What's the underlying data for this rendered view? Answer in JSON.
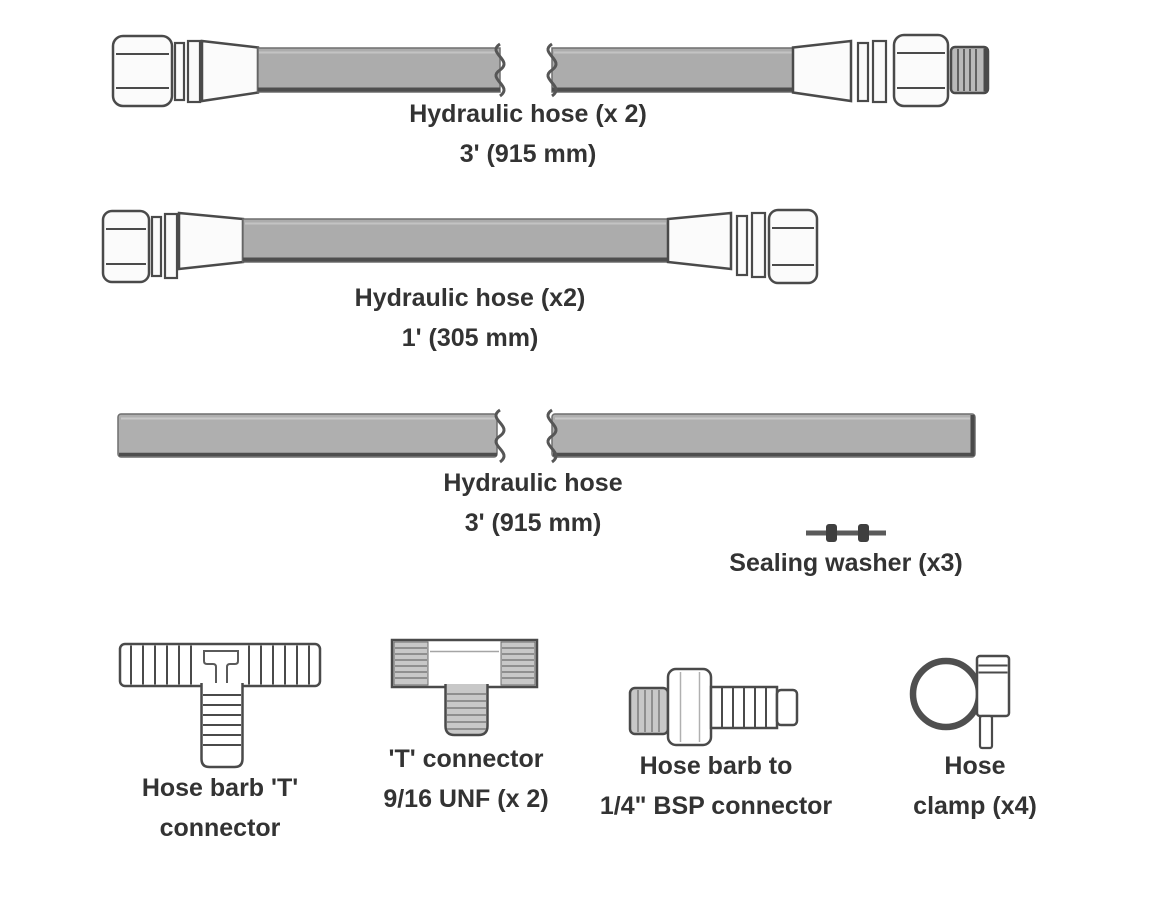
{
  "parts": {
    "hose_3ft_pair": {
      "name": "Hydraulic hose (x 2)",
      "length": "3' (915 mm)"
    },
    "hose_1ft_pair": {
      "name": "Hydraulic hose (x2)",
      "length": "1' (305 mm)"
    },
    "hose_3ft_plain": {
      "name": "Hydraulic hose",
      "length": "3' (915 mm)"
    },
    "sealing_washer": {
      "name": "Sealing washer (x3)"
    },
    "hose_barb_t_connector": {
      "name_line1": "Hose barb 'T'",
      "name_line2": "connector"
    },
    "t_connector_unf": {
      "name_line1": "'T' connector",
      "name_line2": "9/16 UNF (x 2)"
    },
    "hose_barb_bsp_connector": {
      "name_line1": "Hose barb to",
      "name_line2": "1/4\" BSP connector"
    },
    "hose_clamp": {
      "name_line1": "Hose",
      "name_line2": "clamp (x4)"
    }
  },
  "colors": {
    "background": "#ffffff",
    "text": "#333333",
    "outline": "#4a4a4a",
    "hose_fill": "#acacac",
    "hose_bottom_edge": "#4e4e4e",
    "hose_highlight": "#c3c3c3",
    "thread_fill": "#c8c8c8",
    "fitting_fill": "#fbfbfb",
    "washer_dark": "#3f3f3f"
  }
}
